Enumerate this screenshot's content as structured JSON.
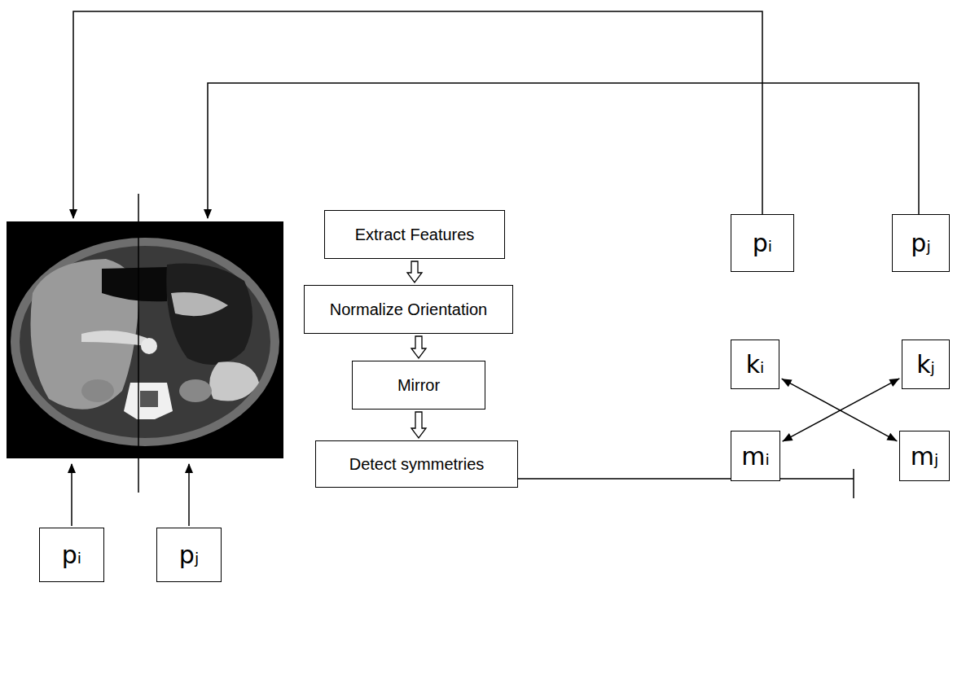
{
  "diagram": {
    "nodes": [
      {
        "text": [
          "pᵢ"
        ]
      },
      {
        "text": [
          "pⱼ"
        ]
      },
      {
        "text": [
          "Extract Features"
        ]
      },
      {
        "text": [
          "Normalize Orientation"
        ]
      },
      {
        "text": [
          "Mirror"
        ]
      },
      {
        "text": [
          "Detect symmetries"
        ]
      },
      {
        "text": [
          "pᵢ"
        ]
      },
      {
        "text": [
          "pⱼ"
        ]
      },
      {
        "text": [
          "kᵢ"
        ]
      },
      {
        "text": [
          "kⱼ"
        ]
      },
      {
        "text": [
          "mᵢ"
        ]
      },
      {
        "text": [
          "mⱼ"
        ]
      }
    ],
    "edges": [
      {
        "from": 2,
        "to": 3,
        "arrow": "to"
      },
      {
        "from": 3,
        "to": 4,
        "arrow": "to"
      },
      {
        "from": 4,
        "to": 5,
        "arrow": "to"
      },
      {
        "from": 8,
        "to": 11,
        "arrow": "both"
      },
      {
        "from": 9,
        "to": 10,
        "arrow": "both"
      }
    ]
  }
}
